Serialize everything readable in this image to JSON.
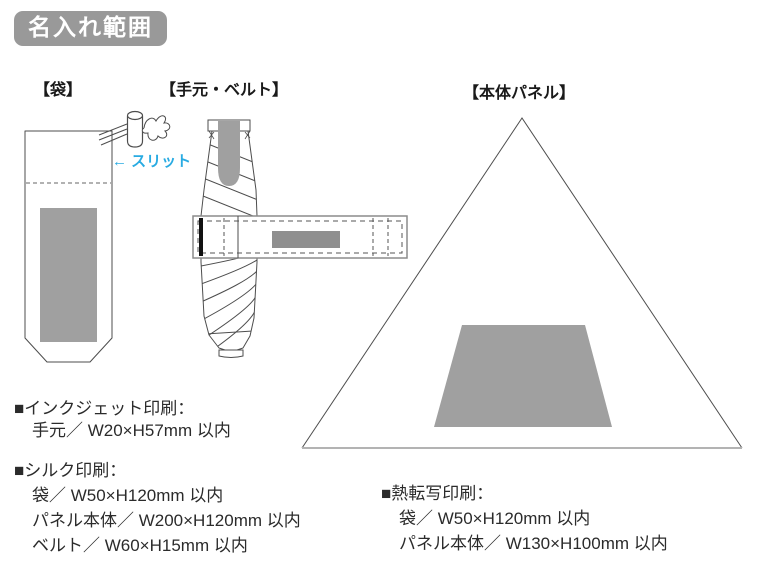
{
  "title_badge": "名入れ範囲",
  "sections": {
    "bag": {
      "label": "【袋】",
      "slit_note": "← スリット"
    },
    "handle": {
      "label": "【手元・ベルト】"
    },
    "panel": {
      "label": "【本体パネル】"
    }
  },
  "notes": {
    "inkjet": {
      "title": "■インクジェット印刷：",
      "lines": [
        "手元／ W20×H57mm 以内"
      ]
    },
    "silk": {
      "title": "■シルク印刷：",
      "lines": [
        "袋／ W50×H120mm 以内",
        "パネル本体／ W200×H120mm 以内",
        "ベルト／ W60×H15mm 以内"
      ]
    },
    "thermal": {
      "title": "■熱転写印刷：",
      "lines": [
        "袋／ W50×H120mm 以内",
        "パネル本体／ W130×H100mm 以内"
      ]
    }
  },
  "colors": {
    "badge_bg": "#999999",
    "badge_text": "#ffffff",
    "print_area_gray": "#a0a0a0",
    "belt_print_gray": "#8f8f8f",
    "slit_blue": "#29abe2",
    "outline": "#4d4d4d",
    "text_color": "#2b2b2b",
    "panel_base_line": "#b3b3b3",
    "belt_outline": "#8c8c8c"
  }
}
